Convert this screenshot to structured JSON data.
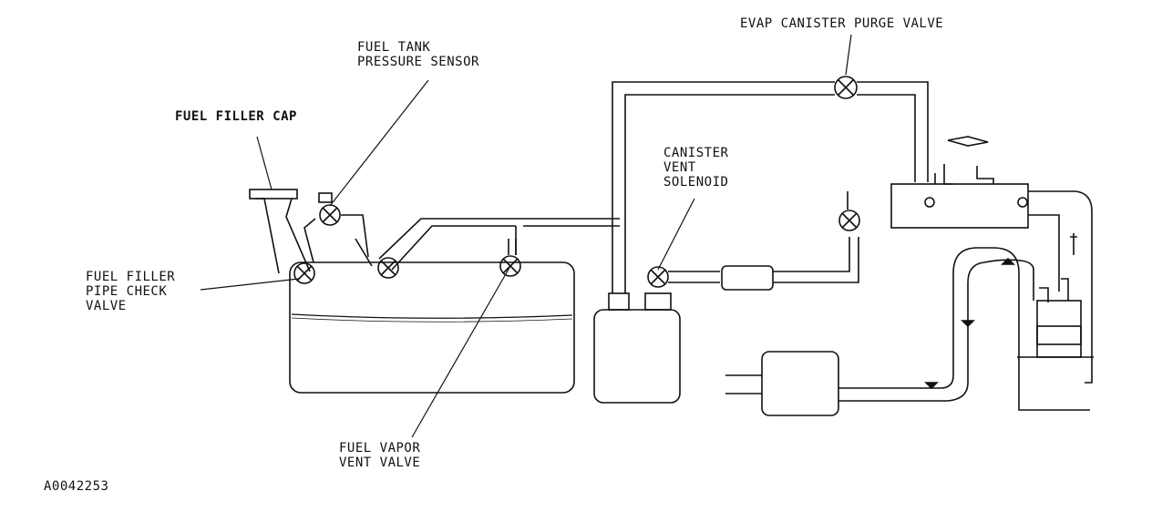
{
  "labels": {
    "fuel_filler_cap": "FUEL FILLER CAP",
    "fuel_tank_pressure_sensor": [
      "FUEL TANK",
      "PRESSURE SENSOR"
    ],
    "evap_canister_purge_valve": "EVAP CANISTER PURGE VALVE",
    "canister_vent_solenoid": [
      "CANISTER",
      "VENT",
      "SOLENOID"
    ],
    "fuel_filler_pipe_check_valve": [
      "FUEL FILLER",
      "PIPE CHECK",
      "VALVE"
    ],
    "fuel_vapor_vent_valve": [
      "FUEL VAPOR",
      "VENT VALVE"
    ],
    "figure_id": "A0042253"
  },
  "colors": {
    "line": "#111111",
    "background": "#ffffff"
  }
}
